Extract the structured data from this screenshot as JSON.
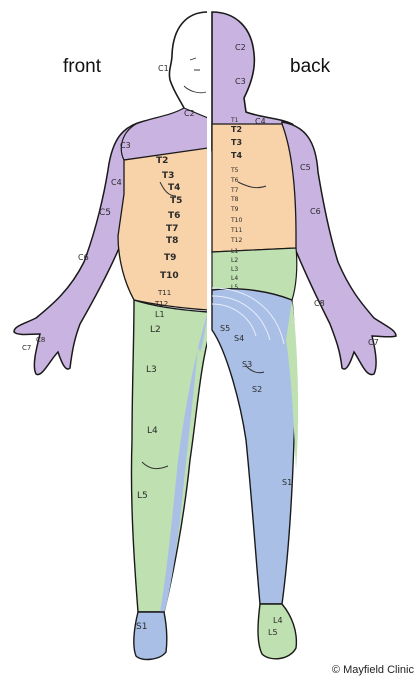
{
  "headers": {
    "front": "front",
    "back": "back"
  },
  "credit": "© Mayfield Clinic",
  "colors": {
    "cervical": "#c9b3e1",
    "thoracic": "#f8d2a8",
    "lumbar": "#bfe0b0",
    "sacral": "#a9bfe6",
    "outline": "#1a1a1a"
  },
  "labels": {
    "front": {
      "C1": "C1",
      "C2": "C2",
      "C3": "C3",
      "C4": "C4",
      "C5": "C5",
      "C6": "C6",
      "C7": "C7",
      "C8": "C8",
      "T2": "T2",
      "T3": "T3",
      "T4": "T4",
      "T5": "T5",
      "T6": "T6",
      "T7": "T7",
      "T8": "T8",
      "T9": "T9",
      "T10": "T10",
      "T11": "T11",
      "T12": "T12",
      "L1": "L1",
      "L2": "L2",
      "L3": "L3",
      "L4": "L4",
      "L5": "L5",
      "S1": "S1"
    },
    "back": {
      "C2": "C2",
      "C3": "C3",
      "C4": "C4",
      "C5": "C5",
      "C6": "C6",
      "C7": "C7",
      "C8": "C8",
      "T1": "T1",
      "T2": "T2",
      "T3": "T3",
      "T4": "T4",
      "T5": "T5",
      "T6": "T6",
      "T7": "T7",
      "T8": "T8",
      "T9": "T9",
      "T10": "T10",
      "T11": "T11",
      "T12": "T12",
      "L1": "L1",
      "L2": "L2",
      "L3": "L3",
      "L4": "L4",
      "L5": "L5",
      "S1": "S1",
      "S2": "S2",
      "S3": "S3",
      "S4": "S4",
      "S5": "S5",
      "L4foot": "L4",
      "L5foot": "L5"
    }
  }
}
